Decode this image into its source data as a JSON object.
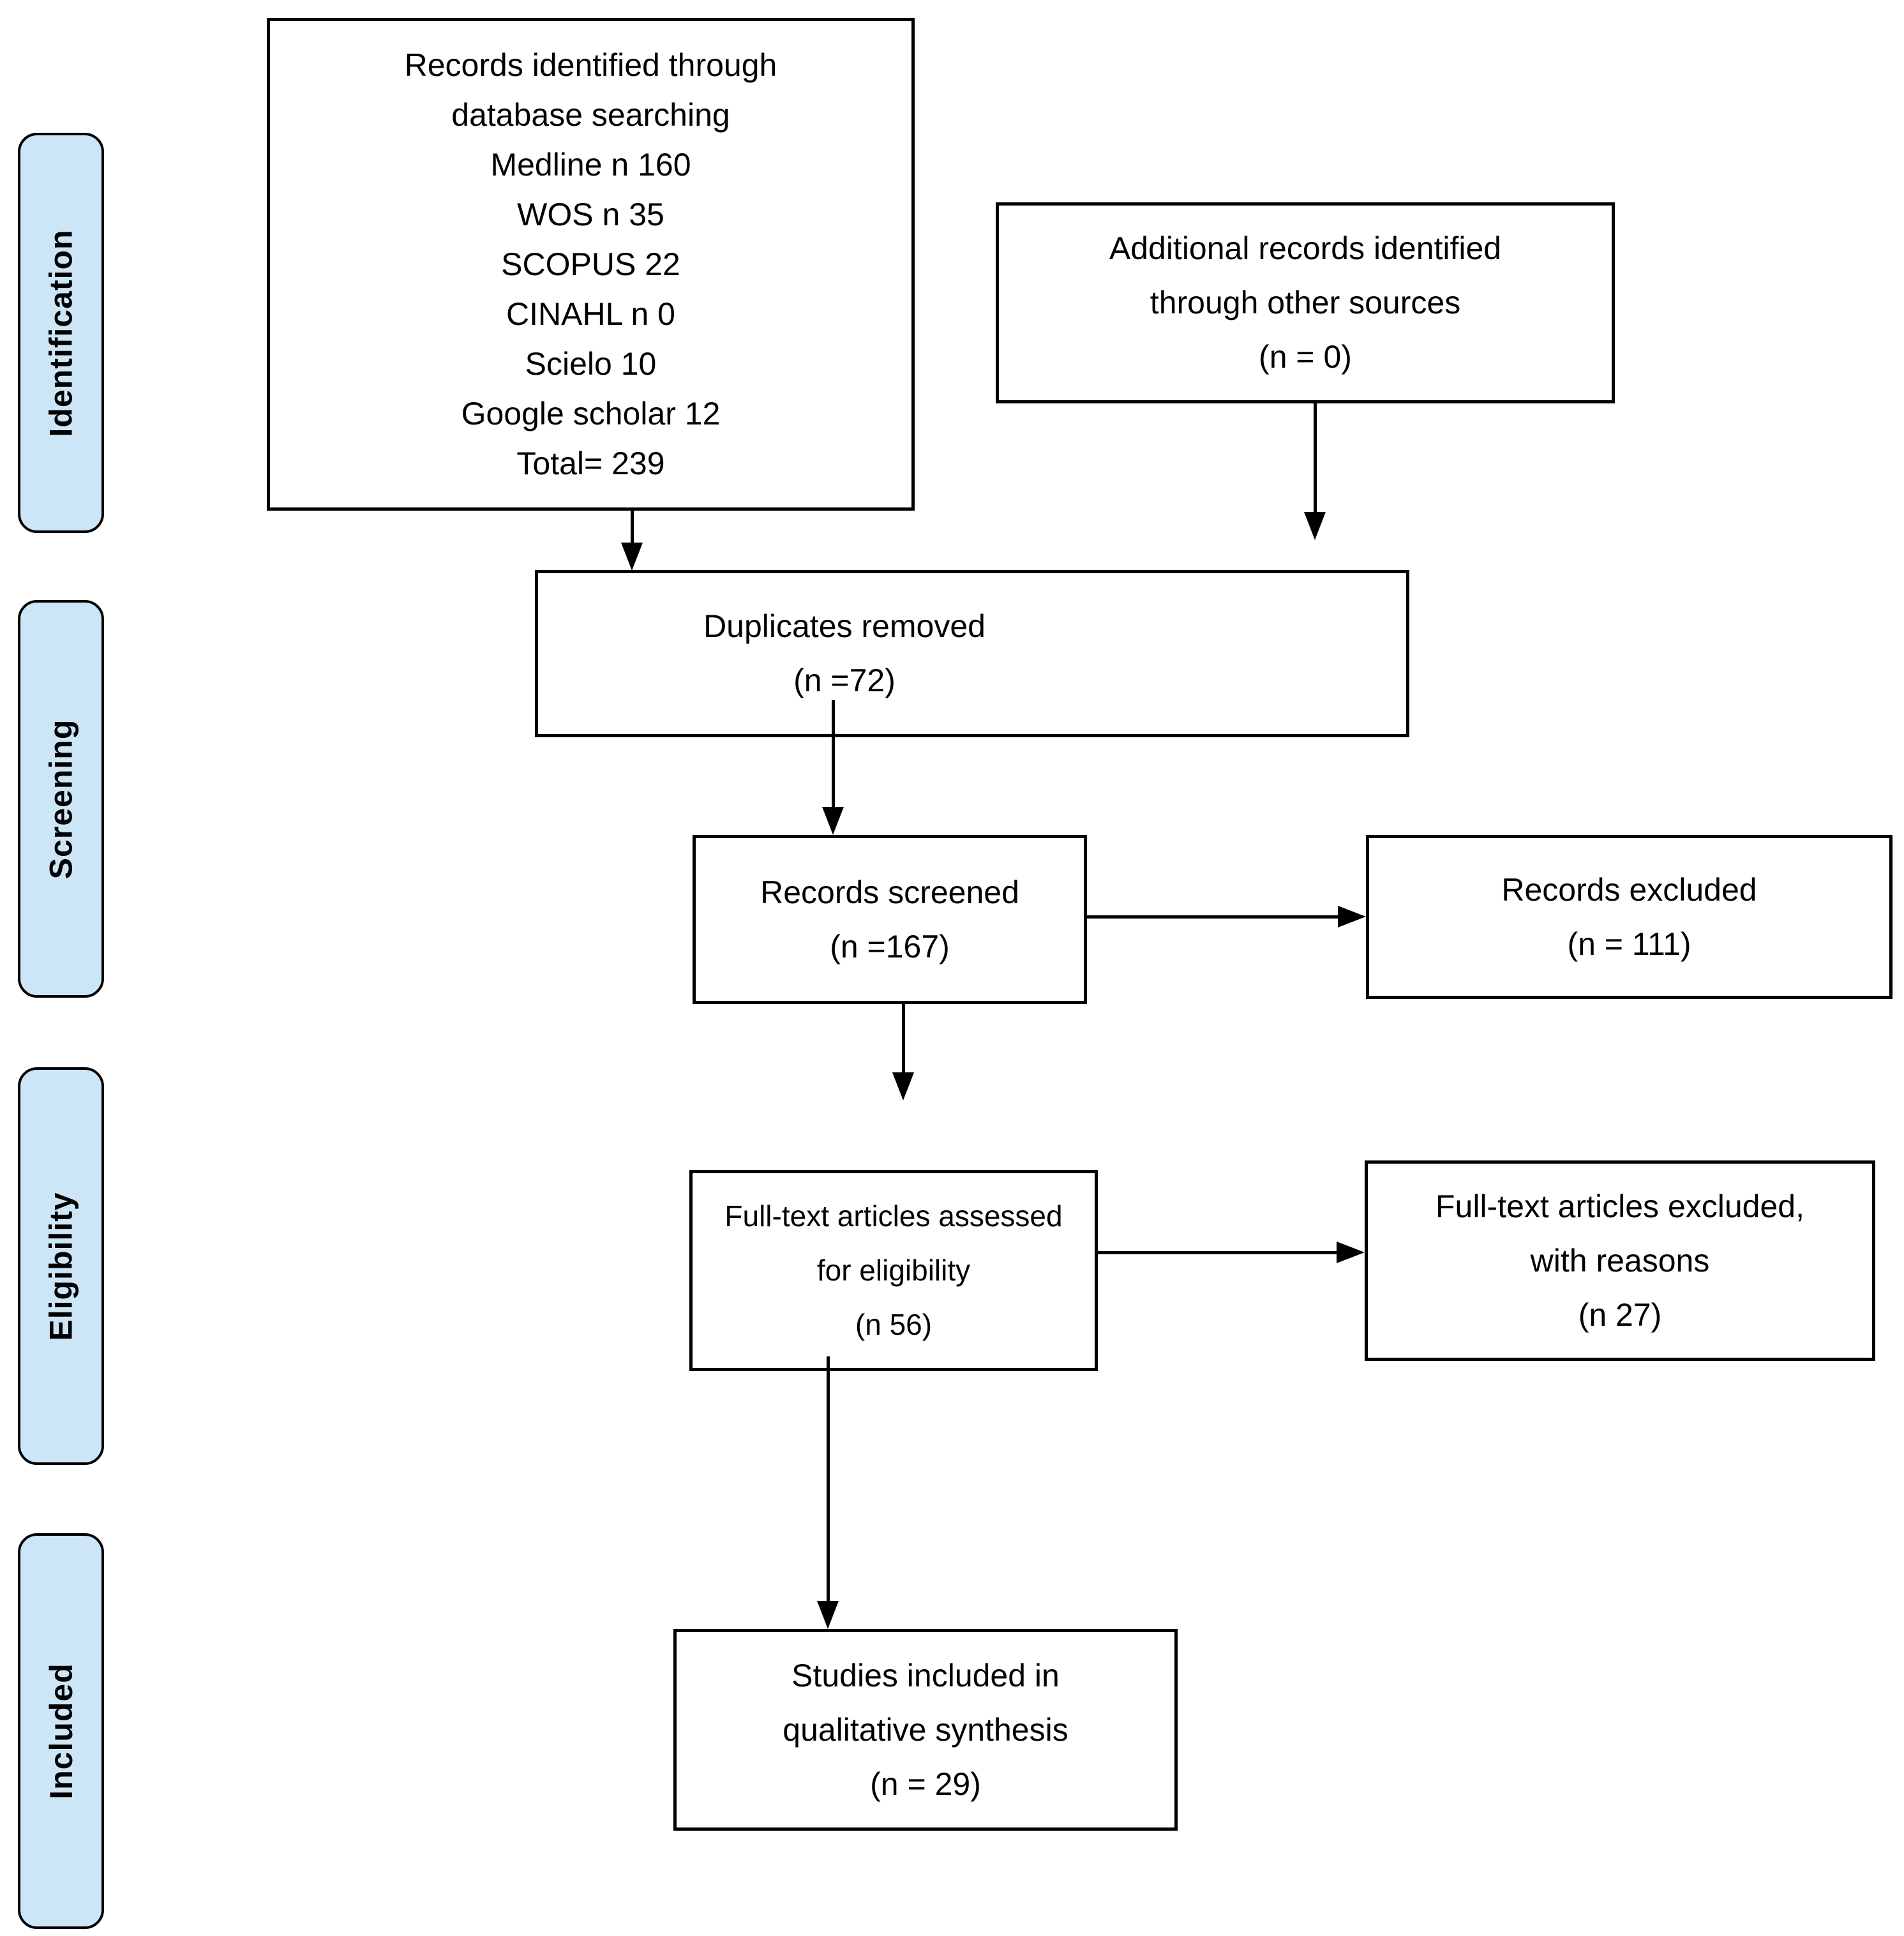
{
  "stages": [
    {
      "label": "Identification"
    },
    {
      "label": "Screening"
    },
    {
      "label": "Eligibility"
    },
    {
      "label": "Included"
    }
  ],
  "boxes": {
    "records_identified": {
      "lines": [
        "Records identified through",
        "database searching",
        "Medline n 160",
        "WOS n 35",
        "SCOPUS 22",
        "CINAHL n 0",
        "Scielo 10",
        "Google scholar 12",
        "Total= 239"
      ]
    },
    "additional_records": {
      "lines": [
        "Additional records identified",
        "through other sources",
        "(n = 0)"
      ]
    },
    "duplicates_removed": {
      "lines": [
        "Duplicates removed",
        "(n =72)"
      ]
    },
    "records_screened": {
      "lines": [
        "Records screened",
        "(n =167)"
      ]
    },
    "records_excluded": {
      "lines": [
        "Records excluded",
        "(n = 111)"
      ]
    },
    "fulltext_assessed": {
      "lines": [
        "Full-text articles assessed",
        "for eligibility",
        "(n 56)"
      ]
    },
    "fulltext_excluded": {
      "lines": [
        "Full-text articles excluded,",
        "with reasons",
        "(n 27)"
      ]
    },
    "studies_included": {
      "lines": [
        "Studies included in",
        "qualitative synthesis",
        "(n = 29)"
      ]
    }
  },
  "colors": {
    "stage_fill": "#cde6f7",
    "stage_border": "#000000",
    "box_fill": "#ffffff",
    "box_border": "#000000",
    "arrow": "#000000",
    "text": "#000000",
    "background": "#ffffff"
  }
}
